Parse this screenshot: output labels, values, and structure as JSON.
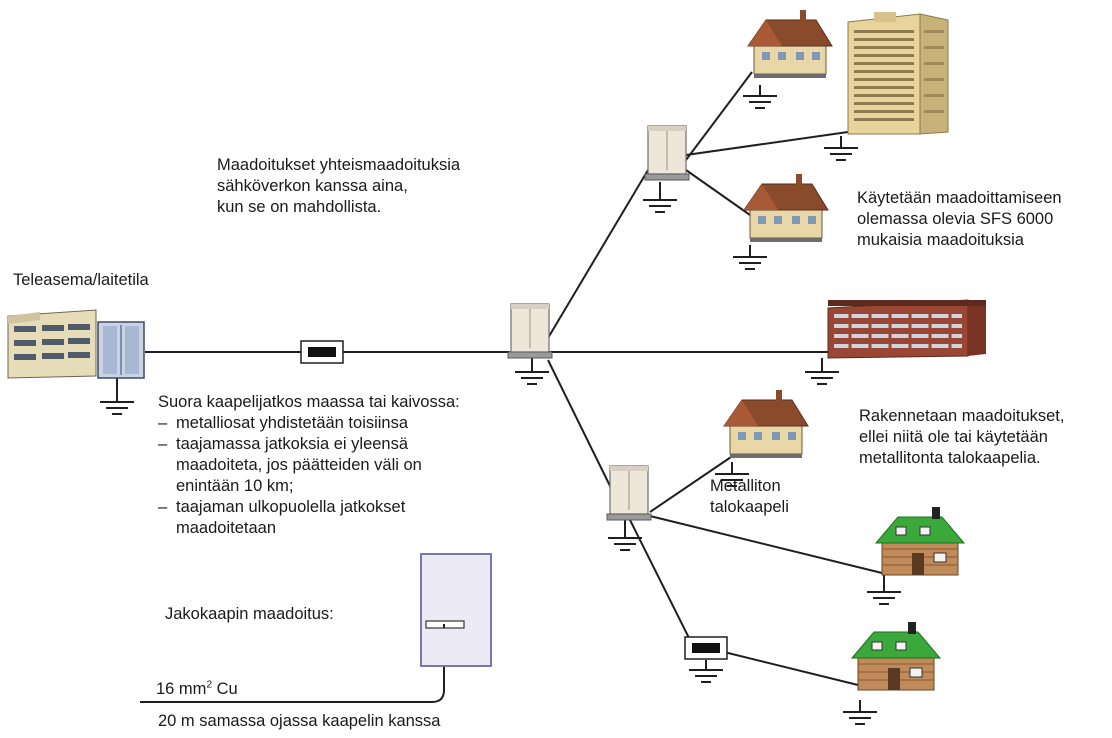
{
  "labels": {
    "station": "Teleasema/laitetila",
    "earthing_note": [
      "Maadoitukset yhteismaadoituksia",
      "sähköverkon kanssa aina,",
      "kun se on mahdollista."
    ],
    "existing_earthing": [
      "Käytetään maadoittamiseen",
      "olemassa olevia SFS 6000",
      "mukaisia maadoituksia"
    ],
    "build_earthing": [
      "Rakennetaan maadoitukset,",
      "ellei niitä ole tai käytetään",
      "metallitonta talokaapelia."
    ],
    "splice_title": "Suora kaapelijatkos maassa tai kaivossa:",
    "splice_items": [
      [
        "metalliosat yhdistetään toisiinsa"
      ],
      [
        "taajamassa jatkoksia ei yleensä",
        "maadoiteta, jos päätteiden väli on",
        "enintään 10 km;"
      ],
      [
        "taajaman ulkopuolella jatkokset",
        "maadoitetaan"
      ]
    ],
    "nonmetallic_cable": [
      "Metalliton",
      "talokaapeli"
    ],
    "cabinet_earthing": "Jakokaapin maadoitus:",
    "conductor_size": "16 mm",
    "conductor_sup": "2",
    "conductor_material": " Cu",
    "trench_note": "20 m samassa ojassa kaapelin kanssa"
  },
  "icons": {
    "station_building": "office-building-icon",
    "cabinet": "distribution-cabinet-icon",
    "splice": "cable-splice-icon",
    "earth": "earth-ground-symbol-icon",
    "house": "detached-house-icon",
    "tower": "apartment-tower-icon",
    "block": "apartment-block-icon",
    "wooden_house": "wooden-house-icon"
  },
  "colors": {
    "line": "#1f1f1f",
    "house_wall": "#e9d7a8",
    "house_roof": "#8a4a2c",
    "tower_wall": "#e8d39a",
    "block_wall": "#9a4634",
    "green_roof": "#3aa83a",
    "log_wall": "#c08a5a",
    "cabinet_box": "#eceaf4",
    "cabinet_border": "#6b6aa8"
  }
}
